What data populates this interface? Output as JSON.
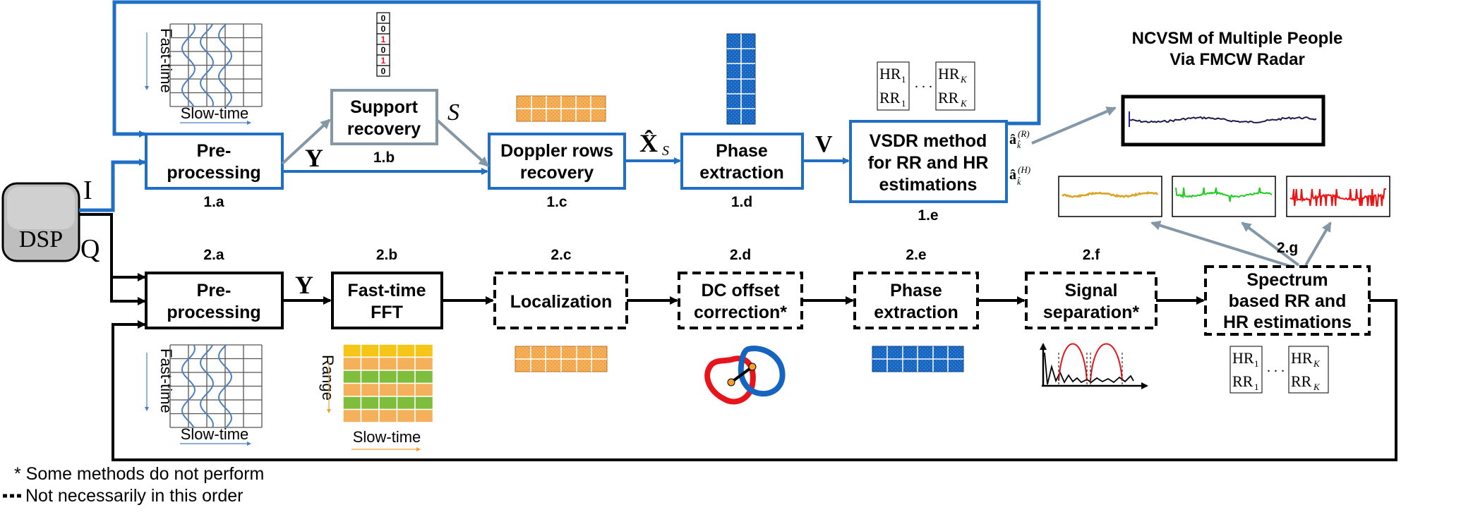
{
  "title": {
    "line1": "NCVSM of Multiple People",
    "line2": "Via FMCW Radar"
  },
  "dsp": {
    "label": "DSP",
    "i_label": "I",
    "q_label": "Q"
  },
  "top_row": {
    "preprocessing": {
      "line1": "Pre-",
      "line2": "processing",
      "step": "1.a"
    },
    "support": {
      "line1": "Support",
      "line2": "recovery",
      "step": "1.b",
      "vector": [
        "0",
        "0",
        "1",
        "0",
        "1",
        "0"
      ]
    },
    "doppler": {
      "line1": "Doppler rows",
      "line2": "recovery",
      "step": "1.c"
    },
    "phase": {
      "line1": "Phase",
      "line2": "extraction",
      "step": "1.d"
    },
    "vsdr": {
      "line1": "VSDR method",
      "line2": "for RR and HR",
      "line3": "estimations",
      "step": "1.e"
    },
    "symbols": {
      "y": "Y",
      "s": "S",
      "xs": "X̂",
      "xs_sub": "S",
      "v": "V",
      "a_hat": "â",
      "a_r_sup": "(R)",
      "a_h_sup": "(H)",
      "k_sub": "k̂"
    }
  },
  "bottom_row": {
    "preprocessing": {
      "line1": "Pre-",
      "line2": "processing",
      "step": "2.a"
    },
    "fft": {
      "line1": "Fast-time",
      "line2": "FFT",
      "step": "2.b"
    },
    "localization": {
      "line1": "Localization",
      "step": "2.c"
    },
    "dc": {
      "line1": "DC offset",
      "line2": "correction*",
      "step": "2.d"
    },
    "phase": {
      "line1": "Phase",
      "line2": "extraction",
      "step": "2.e"
    },
    "separation": {
      "line1": "Signal",
      "line2": "separation*",
      "step": "2.f"
    },
    "spectrum": {
      "line1": "Spectrum",
      "line2": "based RR and",
      "line3": "HR estimations",
      "step": "2.g"
    },
    "y": "Y"
  },
  "labels": {
    "fast_time": "Fast-time",
    "slow_time": "Slow-time",
    "range": "Range",
    "hr": "HR",
    "rr": "RR",
    "sub_1": "1",
    "sub_k": "K",
    "dots": ". . ."
  },
  "legend": {
    "asterisk": "* Some methods do not perform",
    "dashed": "Not necessarily in this order"
  },
  "colors": {
    "blue_flow": "#1F6FC5",
    "gray_arrow": "#8497A6",
    "orange": "#F4B05A",
    "green": "#7EBE3C",
    "yellow": "#F5C518",
    "cell_blue": "#1565C0",
    "red": "#E8141B"
  }
}
